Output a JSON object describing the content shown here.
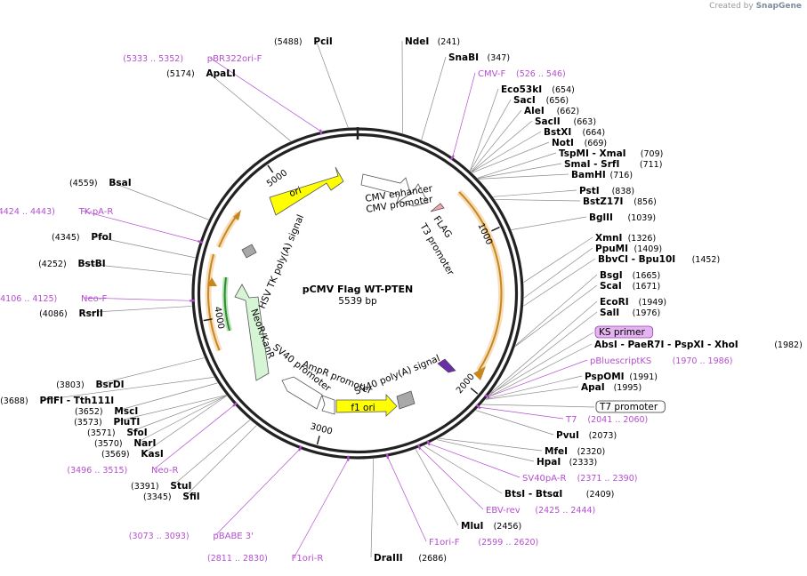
{
  "plasmid": {
    "name": "pCMV Flag WT-PTEN",
    "length_label": "5539 bp",
    "total_bp": 5539
  },
  "credit": {
    "prefix": "Created by",
    "brand": "SnapGene"
  },
  "ticks": [
    {
      "bp": 1000,
      "label": "1000"
    },
    {
      "bp": 2000,
      "label": "2000"
    },
    {
      "bp": 3000,
      "label": "3000"
    },
    {
      "bp": 4000,
      "label": "4000"
    },
    {
      "bp": 5000,
      "label": "5000"
    }
  ],
  "colors": {
    "primer": "#b44fd0",
    "cds_orange": "#e8a33b",
    "cds_yellow": "#ffff00",
    "promoter": "#ffffff",
    "green": "#5ec05e",
    "sv40": "#a8a8a8",
    "backbone": "#222222"
  },
  "enzymes": [
    {
      "name": "PciI",
      "pos": "(5488)",
      "bp": 5488
    },
    {
      "name": "NdeI",
      "pos": "(241)",
      "bp": 241
    },
    {
      "name": "SnaBI",
      "pos": "(347)",
      "bp": 347
    },
    {
      "name": "ApaLI",
      "pos": "(5174)",
      "bp": 5174
    },
    {
      "name": "Eco53kI",
      "pos": "(654)",
      "bp": 654
    },
    {
      "name": "SacI",
      "pos": "(656)",
      "bp": 656
    },
    {
      "name": "AleI",
      "pos": "(662)",
      "bp": 662
    },
    {
      "name": "SacII",
      "pos": "(663)",
      "bp": 663
    },
    {
      "name": "BstXI",
      "pos": "(664)",
      "bp": 664
    },
    {
      "name": "NotI",
      "pos": "(669)",
      "bp": 669
    },
    {
      "name": "TspMI - XmaI",
      "pos": "(709)",
      "bp": 709
    },
    {
      "name": "SmaI - SrfI",
      "pos": "(711)",
      "bp": 711
    },
    {
      "name": "BamHI",
      "pos": "(716)",
      "bp": 716
    },
    {
      "name": "PstI",
      "pos": "(838)",
      "bp": 838
    },
    {
      "name": "BstZ17I",
      "pos": "(856)",
      "bp": 856
    },
    {
      "name": "BglII",
      "pos": "(1039)",
      "bp": 1039
    },
    {
      "name": "XmnI",
      "pos": "(1326)",
      "bp": 1326
    },
    {
      "name": "PpuMI",
      "pos": "(1409)",
      "bp": 1409
    },
    {
      "name": "BbvCI - Bpu10I",
      "pos": "(1452)",
      "bp": 1452
    },
    {
      "name": "BsgI",
      "pos": "(1665)",
      "bp": 1665
    },
    {
      "name": "ScaI",
      "pos": "(1671)",
      "bp": 1671
    },
    {
      "name": "EcoRI",
      "pos": "(1949)",
      "bp": 1949
    },
    {
      "name": "SalI",
      "pos": "(1976)",
      "bp": 1976
    },
    {
      "name": "AbsI - PaeR7I - PspXI - XhoI",
      "pos": "(1982)",
      "bp": 1982
    },
    {
      "name": "PspOMI",
      "pos": "(1991)",
      "bp": 1991
    },
    {
      "name": "ApaI",
      "pos": "(1995)",
      "bp": 1995
    },
    {
      "name": "PvuI",
      "pos": "(2073)",
      "bp": 2073
    },
    {
      "name": "MfeI",
      "pos": "(2320)",
      "bp": 2320
    },
    {
      "name": "HpaI",
      "pos": "(2333)",
      "bp": 2333
    },
    {
      "name": "BtsI - BtsαI",
      "pos": "(2409)",
      "bp": 2409
    },
    {
      "name": "MluI",
      "pos": "(2456)",
      "bp": 2456
    },
    {
      "name": "DraIII",
      "pos": "(2686)",
      "bp": 2686
    },
    {
      "name": "SfiI",
      "pos": "(3345)",
      "bp": 3345
    },
    {
      "name": "StuI",
      "pos": "(3391)",
      "bp": 3391
    },
    {
      "name": "KasI",
      "pos": "(3569)",
      "bp": 3569
    },
    {
      "name": "NarI",
      "pos": "(3570)",
      "bp": 3570
    },
    {
      "name": "SfoI",
      "pos": "(3571)",
      "bp": 3571
    },
    {
      "name": "PluTI",
      "pos": "(3573)",
      "bp": 3573
    },
    {
      "name": "MscI",
      "pos": "(3652)",
      "bp": 3652
    },
    {
      "name": "PflFI - Tth111I",
      "pos": "(3688)",
      "bp": 3688
    },
    {
      "name": "BsrDI",
      "pos": "(3803)",
      "bp": 3803
    },
    {
      "name": "RsrII",
      "pos": "(4086)",
      "bp": 4086
    },
    {
      "name": "BstBI",
      "pos": "(4252)",
      "bp": 4252
    },
    {
      "name": "PfoI",
      "pos": "(4345)",
      "bp": 4345
    },
    {
      "name": "BsaI",
      "pos": "(4559)",
      "bp": 4559
    }
  ],
  "primers": [
    {
      "name": "pBR322ori-F",
      "range": "(5333 .. 5352)",
      "bp": 5342
    },
    {
      "name": "CMV-F",
      "range": "(526 .. 546)",
      "bp": 536
    },
    {
      "name": "pBluescriptKS",
      "range": "(1970 .. 1986)",
      "bp": 1978
    },
    {
      "name": "T7",
      "range": "(2041 .. 2060)",
      "bp": 2050
    },
    {
      "name": "SV40pA-R",
      "range": "(2371 .. 2390)",
      "bp": 2380
    },
    {
      "name": "EBV-rev",
      "range": "(2425 .. 2444)",
      "bp": 2434
    },
    {
      "name": "F1ori-F",
      "range": "(2599 .. 2620)",
      "bp": 2610
    },
    {
      "name": "F1ori-R",
      "range": "(2811 .. 2830)",
      "bp": 2820
    },
    {
      "name": "pBABE 3'",
      "range": "(3073 .. 3093)",
      "bp": 3083
    },
    {
      "name": "Neo-R",
      "range": "(3496 .. 3515)",
      "bp": 3505
    },
    {
      "name": "Neo-F",
      "range": "(4106 .. 4125)",
      "bp": 4115
    },
    {
      "name": "TK-pA-R",
      "range": "(4424 .. 4443)",
      "bp": 4433
    }
  ],
  "boxed_features": [
    {
      "name": "KS primer",
      "style": "purple"
    },
    {
      "name": "T7 promoter",
      "style": "white"
    }
  ],
  "features": {
    "cmv_enhancer": "CMV enhancer",
    "cmv_promoter": "CMV promoter",
    "flag": "FLAG",
    "t3_promoter": "T3 promoter",
    "sv40_polya": "SV40 poly(A) signal",
    "f1_ori": "f1 ori",
    "ampr_promoter": "AmpR promoter",
    "sv40_promoter": "SV40 promoter",
    "neor": "NeoR/KanR",
    "hsv_tk": "HSV TK poly(A) signal",
    "ori": "ori"
  }
}
